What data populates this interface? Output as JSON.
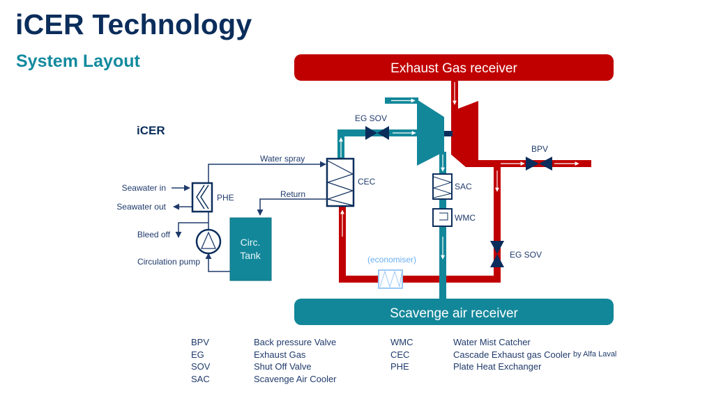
{
  "header": {
    "title": "iCER Technology",
    "subtitle": "System Layout"
  },
  "diagram": {
    "section_label": "iCER",
    "exhaust_receiver": "Exhaust Gas receiver",
    "scavenge_receiver": "Scavenge air receiver",
    "labels": {
      "egsov_top": "EG SOV",
      "egsov_right": "EG SOV",
      "bpv": "BPV",
      "cec": "CEC",
      "sac": "SAC",
      "wmc": "WMC",
      "phe": "PHE",
      "water_spray": "Water spray",
      "return": "Return",
      "seawater_in": "Seawater in",
      "seawater_out": "Seawater out",
      "bleed_off": "Bleed off",
      "circulation_pump": "Circulation pump",
      "tank_line1": "Circ.",
      "tank_line2": "Tank",
      "economiser": "(economiser)"
    },
    "colors": {
      "exhaust": "#c00000",
      "air": "#13879a",
      "equipment": "#0b2d5b",
      "economiser": "#9cc9f5"
    }
  },
  "legend": {
    "left": [
      {
        "abbr": "BPV",
        "desc": "Back pressure Valve"
      },
      {
        "abbr": "EG",
        "desc": "Exhaust Gas"
      },
      {
        "abbr": "SOV",
        "desc": "Shut Off Valve"
      },
      {
        "abbr": "SAC",
        "desc": "Scavenge Air Cooler"
      }
    ],
    "right": [
      {
        "abbr": "WMC",
        "desc": "Water Mist Catcher"
      },
      {
        "abbr": "CEC",
        "desc": "Cascade Exhaust gas Cooler",
        "note": "by Alfa Laval"
      },
      {
        "abbr": "PHE",
        "desc": "Plate Heat Exchanger"
      }
    ]
  }
}
